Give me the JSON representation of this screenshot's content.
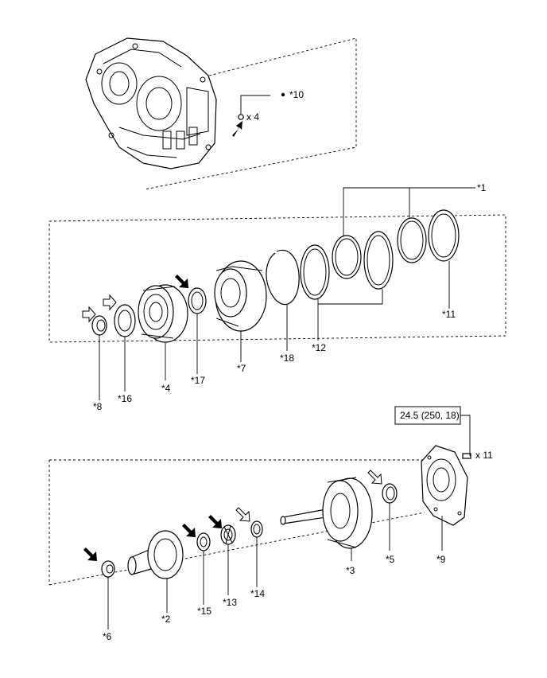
{
  "callouts": {
    "c1": "*1",
    "c2": "*2",
    "c3": "*3",
    "c4": "*4",
    "c5": "*5",
    "c6": "*6",
    "c7": "*7",
    "c8": "*8",
    "c9": "*9",
    "c10": "*10",
    "c11": "*11",
    "c12": "*12",
    "c13": "*13",
    "c14": "*14",
    "c15": "*15",
    "c16": "*16",
    "c17": "*17",
    "c18": "*18"
  },
  "quantities": {
    "plug_count": "x 4",
    "bolt_count": "x 11"
  },
  "torque_spec": "24.5 (250, 18)"
}
